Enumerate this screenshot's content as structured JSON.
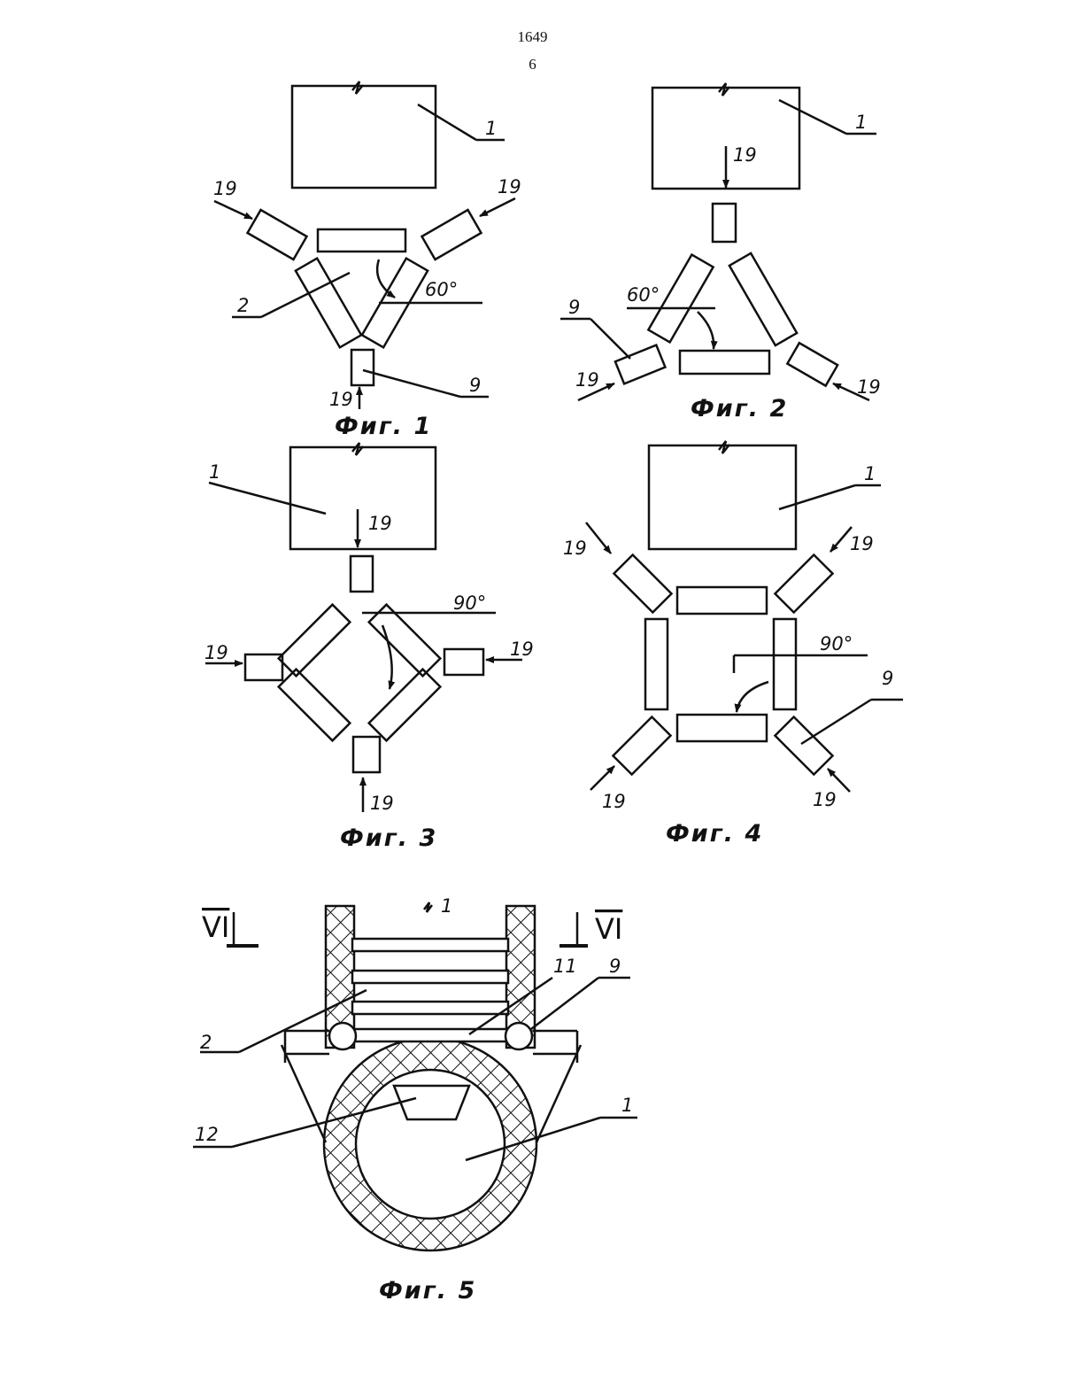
{
  "header": {
    "page_number": "1649",
    "sheet_number": "6"
  },
  "fig1": {
    "caption": "Фиг. 1",
    "label_1": "1",
    "label_2": "2",
    "label_9": "9",
    "label_19_left": "19",
    "label_19_right": "19",
    "label_19_bottom": "19",
    "angle": "60°"
  },
  "fig2": {
    "caption": "Фиг. 2",
    "label_1": "1",
    "label_9": "9",
    "label_19_top": "19",
    "label_19_left": "19",
    "label_19_right": "19",
    "angle": "60°"
  },
  "fig3": {
    "caption": "Фиг. 3",
    "label_1": "1",
    "label_19_top": "19",
    "label_19_left": "19",
    "label_19_right": "19",
    "label_19_bottom": "19",
    "angle": "90°"
  },
  "fig4": {
    "caption": "Фиг. 4",
    "label_1": "1",
    "label_9": "9",
    "label_19_tl": "19",
    "label_19_tr": "19",
    "label_19_bl": "19",
    "label_19_br": "19",
    "angle": "90°"
  },
  "fig5": {
    "caption": "Фиг. 5",
    "section_left": "VI",
    "section_right": "VI",
    "label_1_top": "1",
    "label_2": "2",
    "label_11": "11",
    "label_9": "9",
    "label_12": "12",
    "label_1": "1"
  }
}
